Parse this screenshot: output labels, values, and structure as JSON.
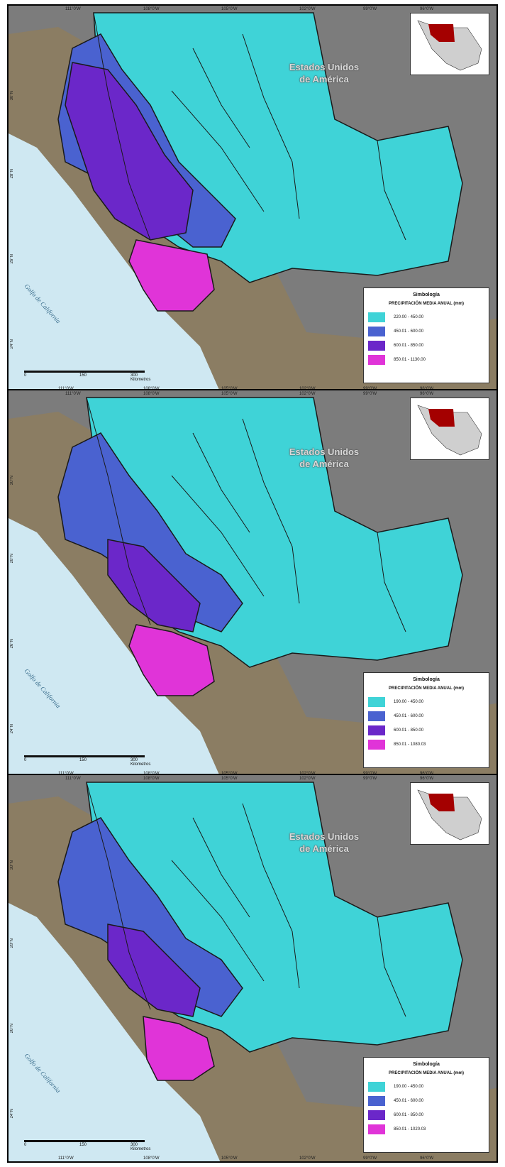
{
  "panels": [
    {
      "country_label": [
        "Estados Unidos",
        "de América"
      ],
      "gulf_label": "Golfo de California",
      "legend_title": "Simbología",
      "legend_subtitle": "PRECIPITACIÓN MEDIA ANUAL (mm)",
      "legend_items": [
        {
          "label": "220.00 - 450.00",
          "color": "#3fd3d7"
        },
        {
          "label": "450.01 - 600.00",
          "color": "#4a62d0"
        },
        {
          "label": "600.01 - 850.00",
          "color": "#6b27c9"
        },
        {
          "label": "850.01 - 1130.00",
          "color": "#e034d8"
        }
      ],
      "scale": {
        "zero": "0",
        "mid": "150",
        "end": "300 Kilometros"
      },
      "ticks_top": [
        "111°0'W",
        "108°0'W",
        "105°0'W",
        "102°0'W",
        "99°0'W",
        "96°0'W"
      ],
      "ticks_bottom": [
        "111°0'W",
        "108°0'W",
        "105°0'W",
        "102°0'W",
        "99°0'W",
        "96°0'W"
      ],
      "ticks_left": [
        "30°N",
        "28°N",
        "26°N",
        "24°N"
      ]
    },
    {
      "country_label": [
        "Estados Unidos",
        "de América"
      ],
      "gulf_label": "Golfo de California",
      "legend_title": "Simbología",
      "legend_subtitle": "PRECIPITACIÓN MEDIA ANUAL (mm)",
      "legend_items": [
        {
          "label": "190.00 - 450.00",
          "color": "#3fd3d7"
        },
        {
          "label": "450.01 - 600.00",
          "color": "#4a62d0"
        },
        {
          "label": "600.01 - 850.00",
          "color": "#6b27c9"
        },
        {
          "label": "850.01 - 1080.03",
          "color": "#e034d8"
        }
      ],
      "scale": {
        "zero": "0",
        "mid": "150",
        "end": "300 Kilometros"
      },
      "ticks_top": [
        "111°0'W",
        "108°0'W",
        "105°0'W",
        "102°0'W",
        "99°0'W",
        "96°0'W"
      ],
      "ticks_bottom": [
        "111°0'W",
        "108°0'W",
        "105°0'W",
        "102°0'W",
        "99°0'W",
        "96°0'W"
      ],
      "ticks_left": [
        "30°N",
        "28°N",
        "26°N",
        "24°N"
      ]
    },
    {
      "country_label": [
        "Estados Unidos",
        "de América"
      ],
      "gulf_label": "Golfo de California",
      "legend_title": "Simbología",
      "legend_subtitle": "PRECIPITACIÓN MEDIA ANUAL (mm)",
      "legend_items": [
        {
          "label": "190.00 - 450.00",
          "color": "#3fd3d7"
        },
        {
          "label": "450.01 - 600.00",
          "color": "#4a62d0"
        },
        {
          "label": "600.01 - 850.00",
          "color": "#6b27c9"
        },
        {
          "label": "850.01 - 1020.03",
          "color": "#e034d8"
        }
      ],
      "scale": {
        "zero": "0",
        "mid": "150",
        "end": "300 Kilometros"
      },
      "ticks_top": [
        "111°0'W",
        "108°0'W",
        "105°0'W",
        "102°0'W",
        "99°0'W",
        "96°0'W"
      ],
      "ticks_bottom": [
        "111°0'W",
        "108°0'W",
        "105°0'W",
        "102°0'W",
        "99°0'W",
        "96°0'W"
      ],
      "ticks_left": [
        "30°N",
        "28°N",
        "26°N",
        "24°N"
      ]
    }
  ],
  "colors": {
    "outside": "#7c7c7c",
    "terrain": "#8b7d63",
    "sea": "#cfe8f2",
    "boundary": "#1a1a1a"
  }
}
